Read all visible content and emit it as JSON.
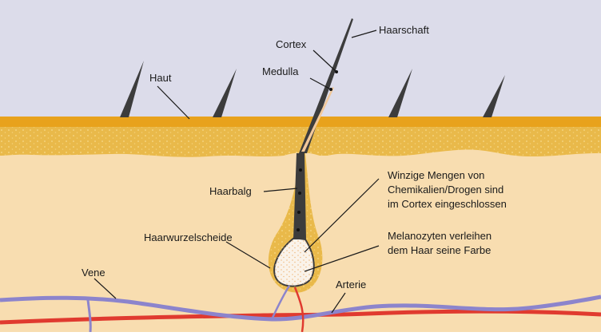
{
  "labels": {
    "haarschaft": "Haarschaft",
    "cortex": "Cortex",
    "medulla": "Medulla",
    "haut": "Haut",
    "haarbalg": "Haarbalg",
    "haarwurzelscheide": "Haarwurzelscheide",
    "vene": "Vene",
    "arterie": "Arterie",
    "chemikalien": [
      "Winzige Mengen von",
      "Chemikalien/Drogen sind",
      "im Cortex eingeschlossen"
    ],
    "melanozyten": [
      "Melanozyten verleihen",
      "dem Haar seine Farbe"
    ]
  },
  "colors": {
    "sky": "#dcdcea",
    "epidermis": "#e8a21c",
    "dermis_top": "#e9b94a",
    "dermis": "#f8ddb0",
    "hair": "#3c3c3c",
    "medulla": "#f1c89a",
    "vein": "#8c84cc",
    "artery": "#e03a2f"
  }
}
